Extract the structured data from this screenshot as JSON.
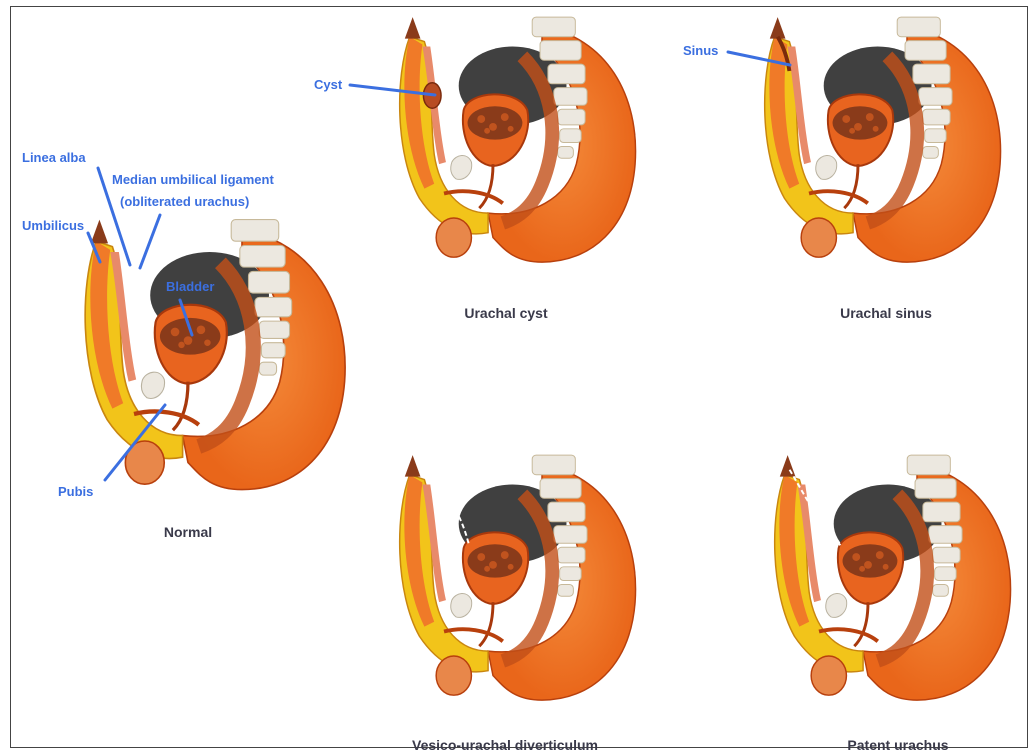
{
  "captions": {
    "normal": "Normal",
    "urachal_cyst": "Urachal cyst",
    "urachal_sinus": "Urachal sinus",
    "vesico_urachal_diverticulum": "Vesico-urachal diverticulum",
    "patent_urachus": "Patent urachus"
  },
  "labels": {
    "linea_alba": "Linea alba",
    "median_umbilical_ligament_line1": "Median umbilical ligament",
    "median_umbilical_ligament_line2": "(obliterated urachus)",
    "umbilicus": "Umbilicus",
    "bladder": "Bladder",
    "pubis": "Pubis",
    "cyst": "Cyst",
    "sinus": "Sinus"
  },
  "colors": {
    "label_blue": "#3b6fe0",
    "caption_text": "#3a3a4a",
    "body_orange": "#f0731e",
    "skin_light": "#f7a25a",
    "fat_yellow": "#f2c41a",
    "muscle_pink": "#e88a6a",
    "bladder_red": "#d9541e",
    "bowel_dark": "#8a3b1a",
    "spine_white": "#ece8e0",
    "cavity_dark": "#1e1e1e"
  },
  "icons": [
    "sagittal-pelvis-illustration"
  ]
}
